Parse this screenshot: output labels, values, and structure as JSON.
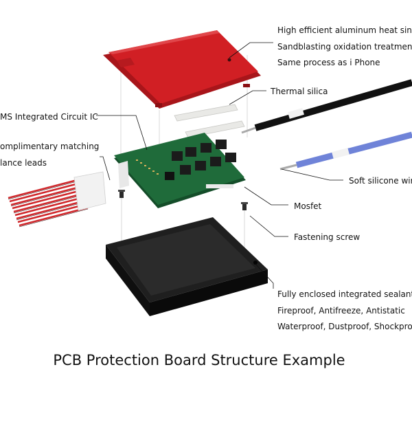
{
  "labels": {
    "heat_sink_line1": "High efficient aluminum heat sink",
    "heat_sink_line2": "Sandblasting oxidation treatment",
    "heat_sink_line3": "Same process as i Phone",
    "thermal_silica": "Thermal silica",
    "bms_ic": "MS Integrated Circuit IC",
    "balance_leads_line1": "omplimentary matching",
    "balance_leads_line2": "lance leads",
    "silicone_wire": "Soft silicone wir",
    "mosfet": "Mosfet",
    "fastening_screw": "Fastening screw",
    "enclosure_line1": "Fully enclosed integrated sealant",
    "enclosure_line2": "Fireproof, Antifreeze, Antistatic",
    "enclosure_line3": "Waterproof, Dustproof, Shockproc"
  },
  "caption": "PCB Protection Board Structure Example",
  "colors": {
    "heat_sink": "#d11f24",
    "pcb": "#1f6b3a",
    "enclosure": "#151515",
    "wire_black": "#111111",
    "wire_blue": "#6f83d8",
    "lead_red": "#d0282c",
    "pad": "#e9e9e6",
    "mosfet": "#1b1b1b"
  },
  "icons": [
    "heat-sink-plate",
    "thermal-pad",
    "pcb-board",
    "enclosure-box",
    "black-wire",
    "blue-wire",
    "balance-leads",
    "screw"
  ]
}
